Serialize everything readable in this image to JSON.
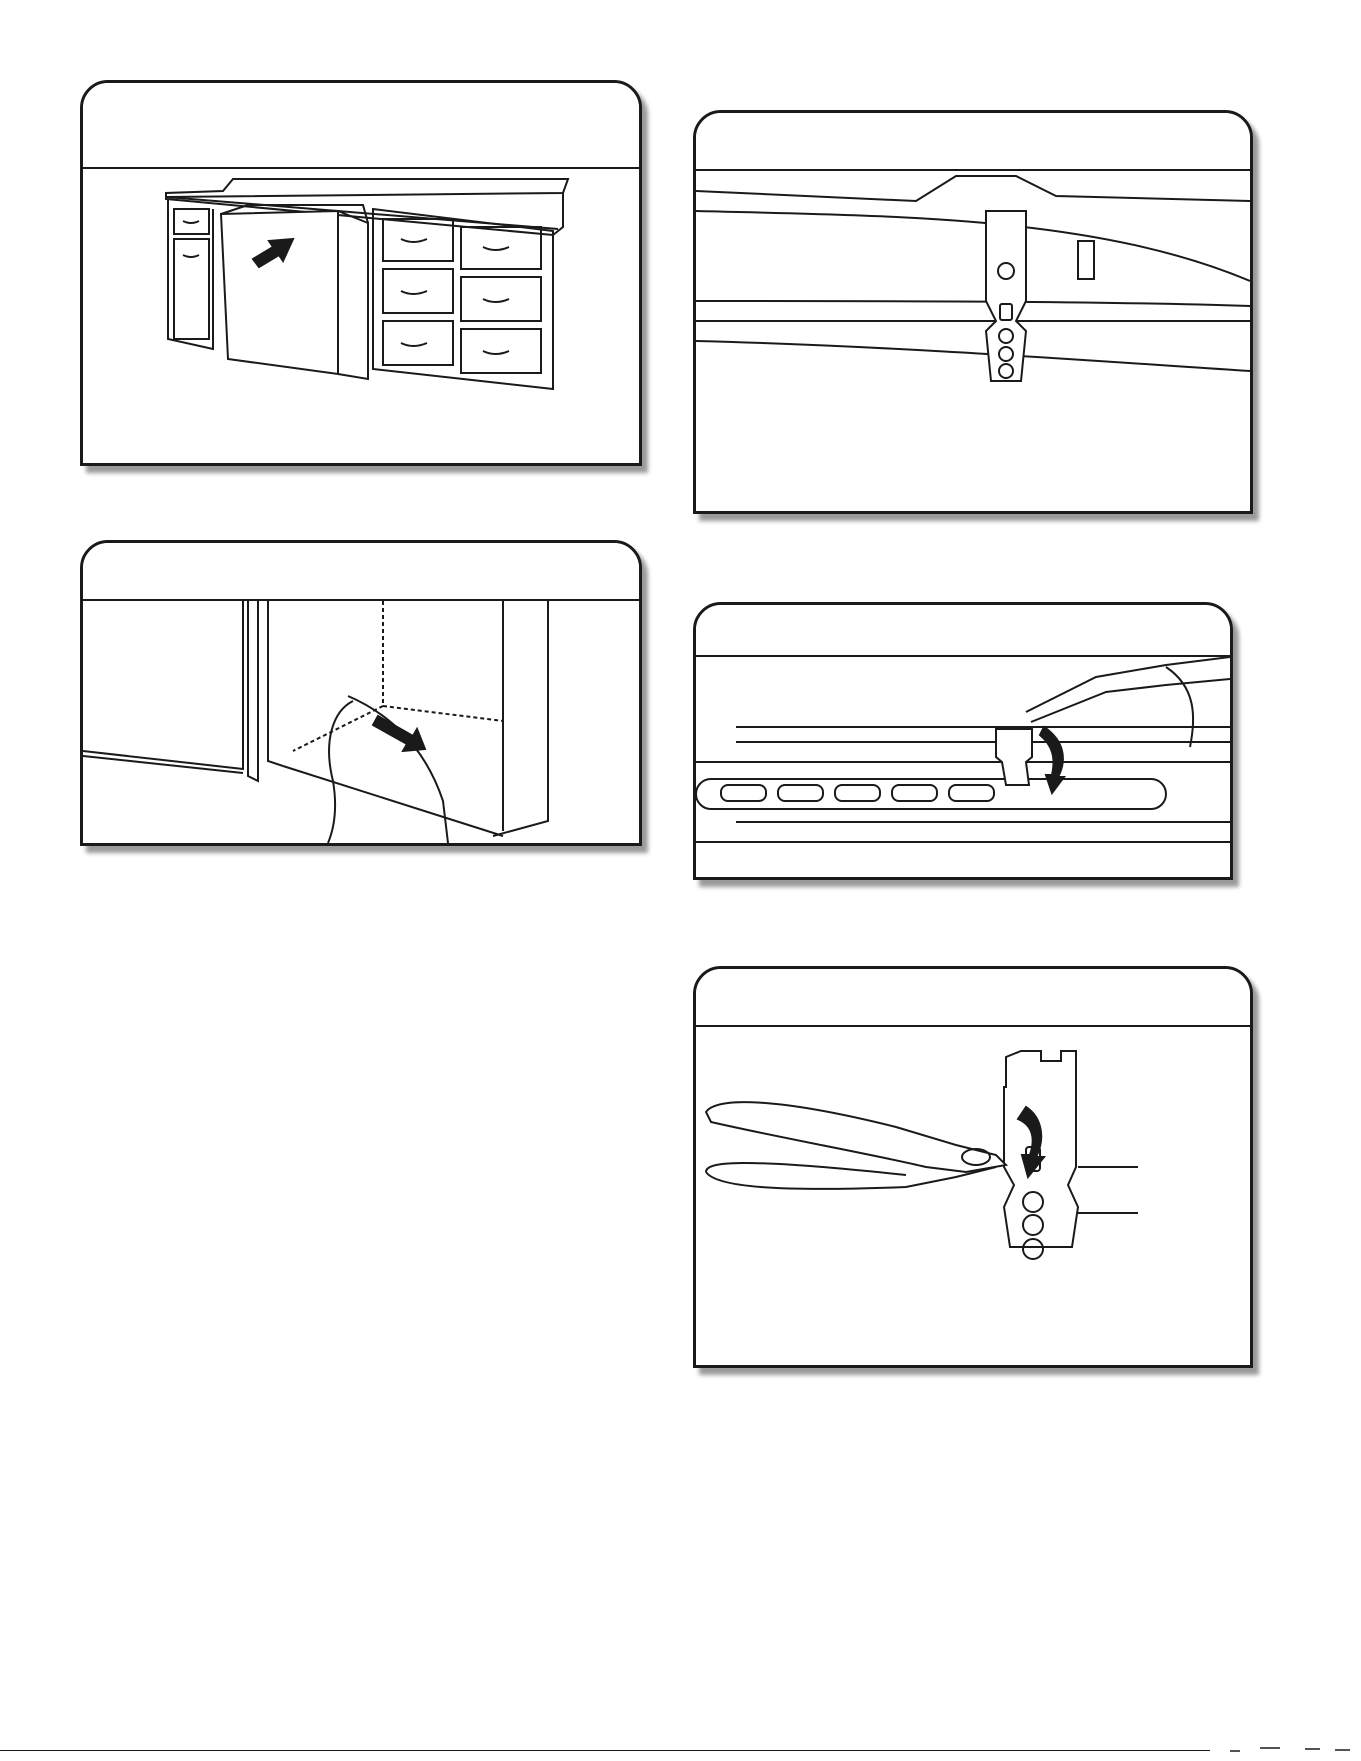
{
  "figures": [
    {
      "id": "fig1",
      "icon": "cabinet-install-arrow-icon"
    },
    {
      "id": "fig2",
      "icon": "power-cord-arrow-icon"
    },
    {
      "id": "fig3",
      "icon": "mounting-bracket-icon"
    },
    {
      "id": "fig4",
      "icon": "pliers-bend-bracket-icon"
    },
    {
      "id": "fig5",
      "icon": "pliers-bracket-detail-icon"
    }
  ]
}
